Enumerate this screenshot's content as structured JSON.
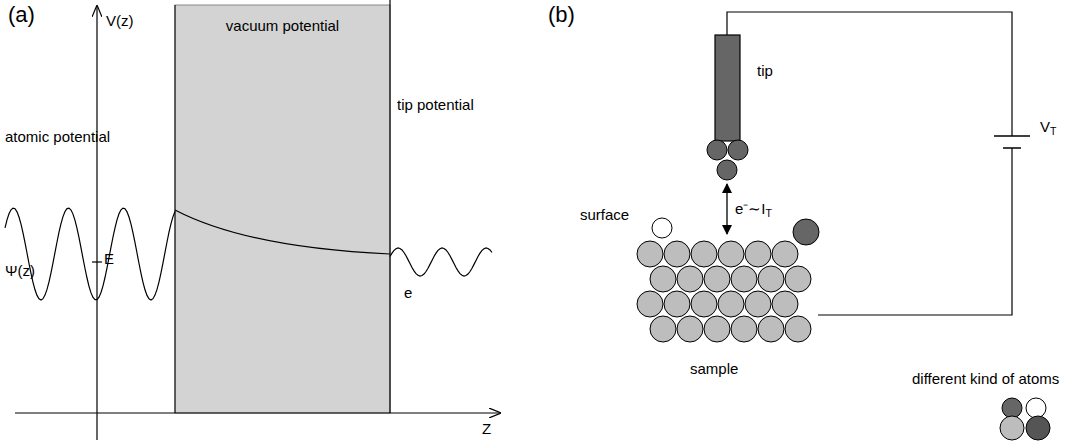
{
  "diagram": {
    "nodes": [
      {
        "text": [
          "vacuum potential"
        ]
      },
      {
        "text": [
          "tip"
        ]
      },
      {
        "text": [
          "sample"
        ]
      }
    ],
    "edges": [
      {
        "from": 1,
        "to": 2,
        "arrow": "both",
        "label": "e⁻∼IT"
      }
    ],
    "labels": [
      "(a)",
      "V(z)",
      "atomic potential",
      "tip potential",
      "Ψ(z)",
      "E",
      "e",
      "Z",
      "(b)",
      "VT",
      "surface",
      "different kind of atoms"
    ]
  }
}
